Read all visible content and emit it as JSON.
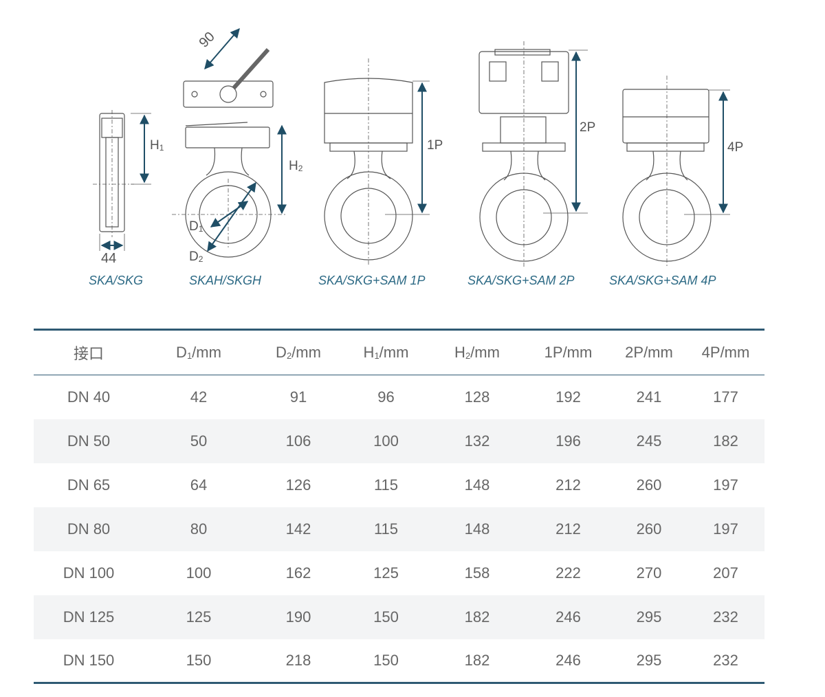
{
  "drawings": {
    "dims": {
      "h1": {
        "main": "H",
        "sub": "1"
      },
      "h2": {
        "main": "H",
        "sub": "2"
      },
      "d1": {
        "main": "D",
        "sub": "1"
      },
      "d2": {
        "main": "D",
        "sub": "2"
      },
      "width": "44",
      "angle": "90",
      "p1": "1P",
      "p2": "2P",
      "p4": "4P"
    },
    "captions": [
      "SKA/SKG",
      "SKAH/SKGH",
      "SKA/SKG+SAM 1P",
      "SKA/SKG+SAM 2P",
      "SKA/SKG+SAM 4P"
    ]
  },
  "table": {
    "headers": [
      {
        "main": "接口",
        "sub": "",
        "rest": ""
      },
      {
        "main": "D",
        "sub": "1",
        "rest": "/mm"
      },
      {
        "main": "D",
        "sub": "2",
        "rest": "/mm"
      },
      {
        "main": "H",
        "sub": "1",
        "rest": "/mm"
      },
      {
        "main": "H",
        "sub": "2",
        "rest": "/mm"
      },
      {
        "main": "1P/mm",
        "sub": "",
        "rest": ""
      },
      {
        "main": "2P/mm",
        "sub": "",
        "rest": ""
      },
      {
        "main": "4P/mm",
        "sub": "",
        "rest": ""
      }
    ],
    "rows": [
      [
        "DN 40",
        "42",
        "91",
        "96",
        "128",
        "192",
        "241",
        "177"
      ],
      [
        "DN 50",
        "50",
        "106",
        "100",
        "132",
        "196",
        "245",
        "182"
      ],
      [
        "DN 65",
        "64",
        "126",
        "115",
        "148",
        "212",
        "260",
        "197"
      ],
      [
        "DN 80",
        "80",
        "142",
        "115",
        "148",
        "212",
        "260",
        "197"
      ],
      [
        "DN 100",
        "100",
        "162",
        "125",
        "158",
        "222",
        "270",
        "207"
      ],
      [
        "DN 125",
        "125",
        "190",
        "150",
        "182",
        "246",
        "295",
        "232"
      ],
      [
        "DN 150",
        "150",
        "218",
        "150",
        "182",
        "246",
        "295",
        "232"
      ]
    ]
  }
}
